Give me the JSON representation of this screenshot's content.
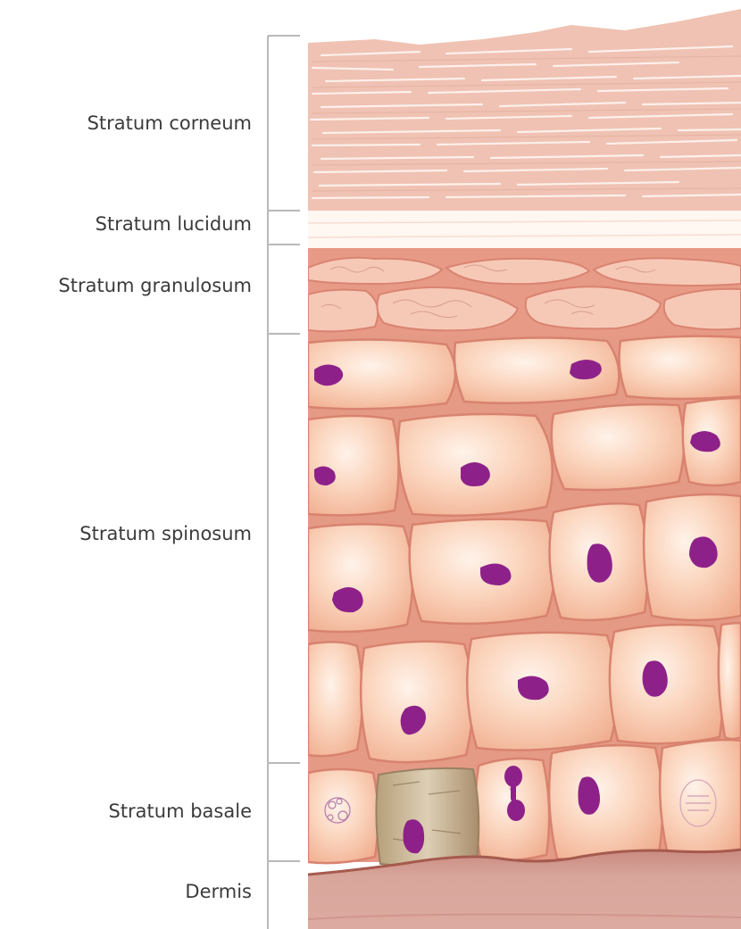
{
  "labels": {
    "corneum": "Stratum corneum",
    "lucidum": "Stratum lucidum",
    "granulosum": "Stratum granulosum",
    "spinosum": "Stratum spinosum",
    "basale": "Stratum basale",
    "dermis": "Dermis"
  },
  "colors": {
    "corneum": "#efc2b3",
    "corneum_line": "#ffffff",
    "lucidum": "#fff7f2",
    "granulosum_bg": "#e79a86",
    "granulosum_cell": "#f6c9b6",
    "cell_fill": "#f7c3a4",
    "cell_highlight": "#fde9dc",
    "intercellular": "#e59a86",
    "nucleus": "#8e2189",
    "dermis": "#d49a8f",
    "bracket_line": "#b9b9b9",
    "label_text": "#3b3b3b"
  }
}
